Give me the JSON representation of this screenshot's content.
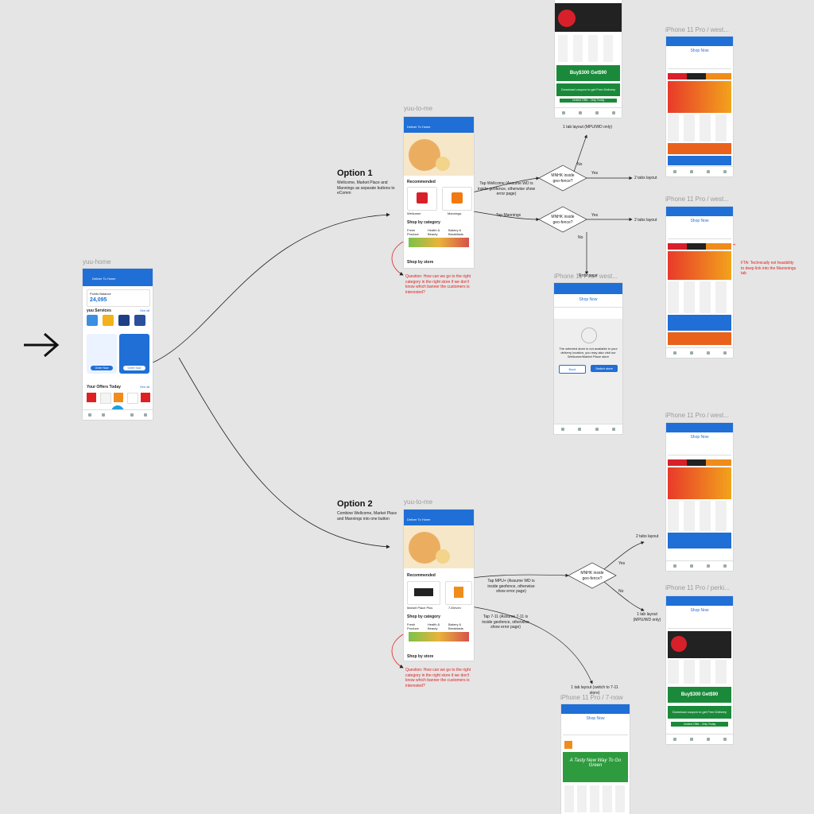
{
  "frames": {
    "home": "yuu-home",
    "to_me_1": "yuu-to-me",
    "to_me_2": "yuu-to-me",
    "west1": "iPhone 11 Pro / west...",
    "west2": "iPhone 11 Pro / west...",
    "west3": "iPhone 11 Pro / west...",
    "west_err": "iPhone 11 Pro / west...",
    "perki": "iPhone 11 Pro / perki...",
    "seven": "iPhone 11 Pro / 7-now"
  },
  "option1": {
    "title": "Option 1",
    "desc": "Wellcome, Market Place and Mannings as separate buttons to eComm",
    "question": "Question: How can we go to the right category in the right store if we don't know which banner the customers is interested?"
  },
  "option2": {
    "title": "Option 2",
    "desc": "Combine Wellcome, Market Place and Mannings into one button",
    "question": "Question: How can we go to the right category in the right store if we don't know which banner the customers is interested?"
  },
  "flow": {
    "tap_wellcome": "Tap Wellcome (Assume WD is inside geofence, otherwise show error page)",
    "tap_mannings": "Tap Mannings",
    "tap_mpu": "Tap MPU+ (Assume WD is inside geofence, otherwise show error page)",
    "tap_711": "Tap 7-11 (Assume 7-11 is inside geofence, otherwise show error page)",
    "decision1": "MNHK inside geo-fence?",
    "decision2": "MNHK inside geo-fence?",
    "decision3": "MNHK inside geo-fence?",
    "yes": "Yes",
    "no": "No",
    "one_tab": "1 tab layout (MPU/WD only)",
    "two_tabs": "2 tabs layout",
    "error_page": "Error page",
    "one_tab_2": "1 tab layout (MPU/WD only)",
    "one_tab_711": "1 tab layout (switch to 7-11 store)",
    "fta": "FTA: Technically not feasibility to deep link into the Mannnings tab"
  },
  "home_screen": {
    "location": "Deliver To Home",
    "points_label": "Points Balance",
    "points": "24,095",
    "services": "yuu Services",
    "see_all": "See all",
    "offers": "Your Offers Today",
    "order_now": "Order Now"
  },
  "to_me_screen": {
    "recommended": "Recommended",
    "wellcome": "Wellcome",
    "mannings": "Mannings",
    "market_place": "Market Place Plus",
    "seven": "7-Eleven",
    "shop_by_category": "Shop by category",
    "fresh": "Fresh Produce",
    "health": "Health & Beauty",
    "bakery": "Bakery & Breakfasts",
    "shop_by_store": "Shop by store"
  },
  "shop_now": "Shop Now",
  "error_screen": {
    "message": "The selected store is not available in your delivery location, you may also visit our Wellcome/Market Place store",
    "back": "Back",
    "switch": "Switch store"
  },
  "promo": {
    "buy": "Buy$300 Get$90",
    "coupon": "Download coupon to get Free Delivery",
    "limited": "Limited Offer - Only Today",
    "tasty": "A Tasty New Way To Go Green"
  },
  "colors": {
    "blue": "#1f6fd6",
    "red": "#e02020",
    "green": "#1a8a3a"
  }
}
